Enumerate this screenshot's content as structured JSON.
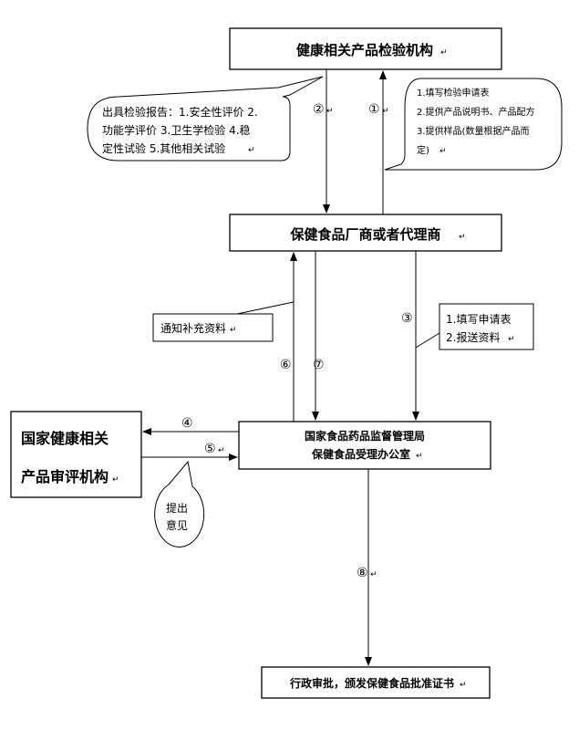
{
  "nodes": {
    "inspection_org": "健康相关产品检验机构",
    "manufacturer": "保健食品厂商或者代理商",
    "sfda_line1": "国家食品药品监督管理局",
    "sfda_line2": "保健食品受理办公室",
    "review_org_line1": "国家健康相关",
    "review_org_line2": "产品审评机构",
    "approval": "行政审批，颁发保健食品批准证书"
  },
  "callouts": {
    "report_lines": [
      "出具检验报告：1.安全性评价  2.",
      "功能学评价  3.卫生学检验  4.稳",
      "定性试验  5.其他相关试验"
    ],
    "inspection_request_lines": [
      "1.填写检验申请表",
      "2.提供产品说明书、产品配方",
      "3.提供样品(数量根据产品而",
      "定)"
    ],
    "notify_supplement": "通知补充资料",
    "application_lines": [
      "1.填写申请表",
      "2.报送资料"
    ],
    "opinion_lines": [
      "提出",
      "意见"
    ]
  },
  "steps": {
    "s1": "①",
    "s2": "②",
    "s3": "③",
    "s4": "④",
    "s5": "⑤",
    "s6": "⑥",
    "s7": "⑦",
    "s8": "⑧"
  },
  "mark": "↵"
}
